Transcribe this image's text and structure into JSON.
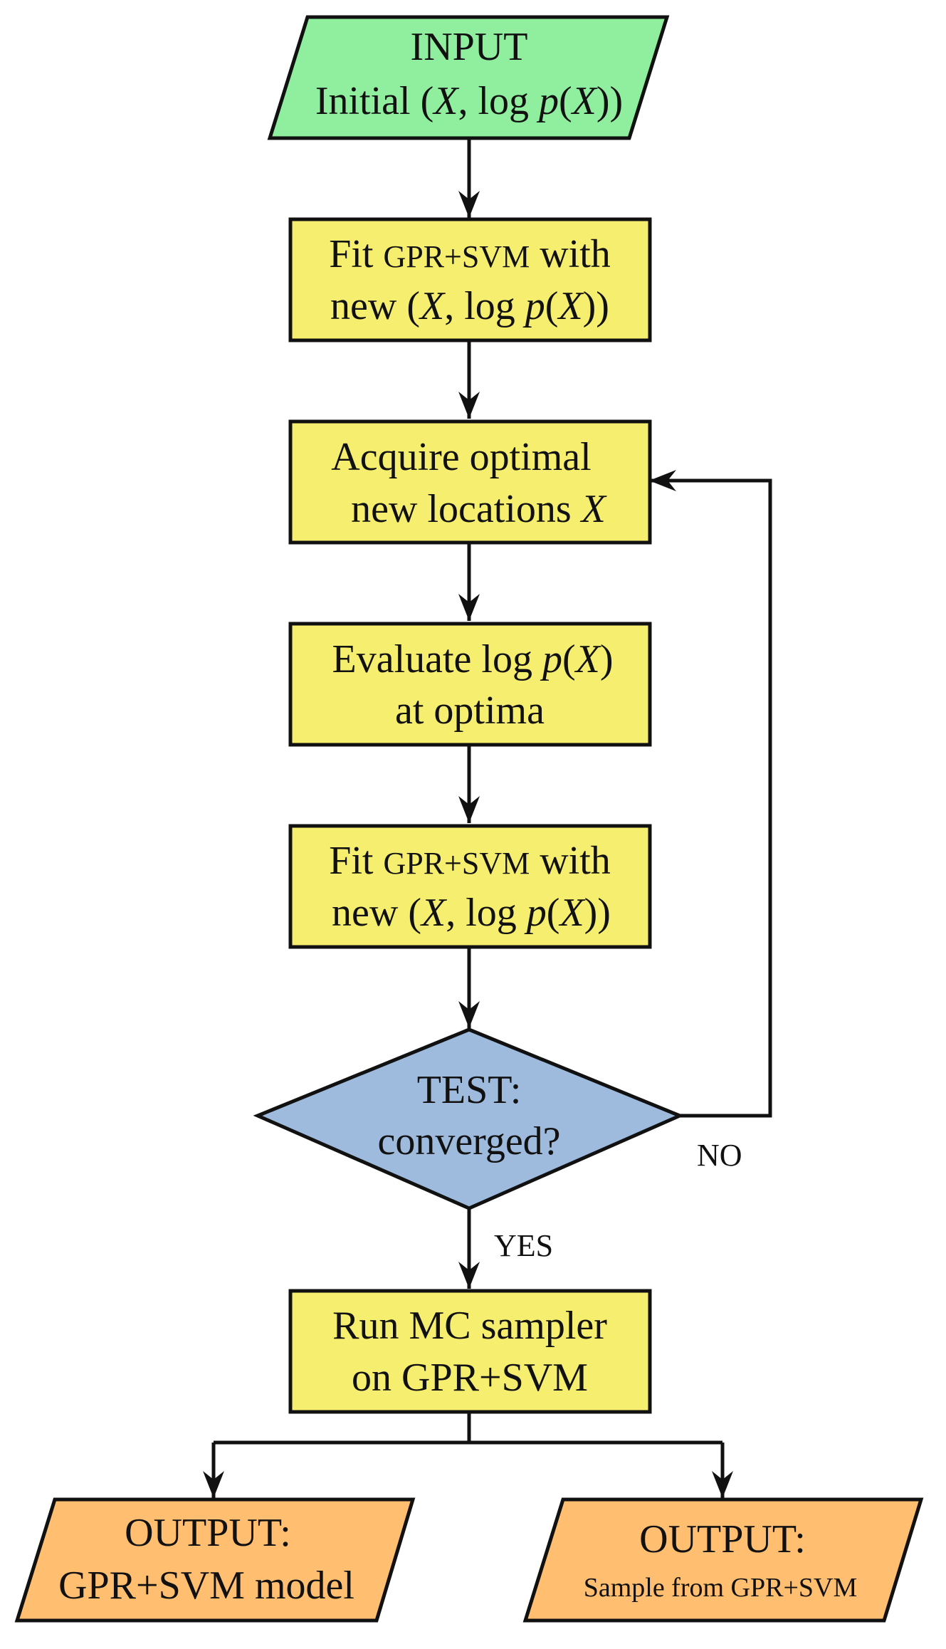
{
  "colors": {
    "input": "#90EE9F",
    "process": "#F6EE6E",
    "decision": "#9EBBDD",
    "output": "#FFBE70",
    "stroke": "#111111"
  },
  "nodes": {
    "input": {
      "line1": "INPUT",
      "line2_pre": "Initial (",
      "line2_x": "X",
      "line2_mid": ", log ",
      "line2_p": "p",
      "line2_open": "(",
      "line2_x2": "X",
      "line2_close": "))"
    },
    "fit1": {
      "line1_a": "Fit ",
      "line1_b": "GPR+SVM",
      "line1_c": " with",
      "line2_pre": "new (",
      "line2_x": "X",
      "line2_mid": ", log ",
      "line2_p": "p",
      "line2_open": "(",
      "line2_x2": "X",
      "line2_close": "))"
    },
    "acquire": {
      "line1": "Acquire optimal",
      "line2_pre": "new locations ",
      "line2_x": "X"
    },
    "evaluate": {
      "line1_pre": "Evaluate log ",
      "line1_p": "p",
      "line1_open": "(",
      "line1_x": "X",
      "line1_close": ")",
      "line2": "at optima"
    },
    "fit2": {
      "line1_a": "Fit ",
      "line1_b": "GPR+SVM",
      "line1_c": " with",
      "line2_pre": "new (",
      "line2_x": "X",
      "line2_mid": ", log ",
      "line2_p": "p",
      "line2_open": "(",
      "line2_x2": "X",
      "line2_close": "))"
    },
    "test": {
      "line1": "TEST:",
      "line2": "converged?"
    },
    "run": {
      "line1": "Run MC sampler",
      "line2": "on GPR+SVM"
    },
    "output1": {
      "line1": "OUTPUT:",
      "line2": "GPR+SVM model"
    },
    "output2": {
      "line1": "OUTPUT:",
      "line2": "Sample from GPR+SVM"
    }
  },
  "edge_labels": {
    "no": "NO",
    "yes": "YES"
  }
}
